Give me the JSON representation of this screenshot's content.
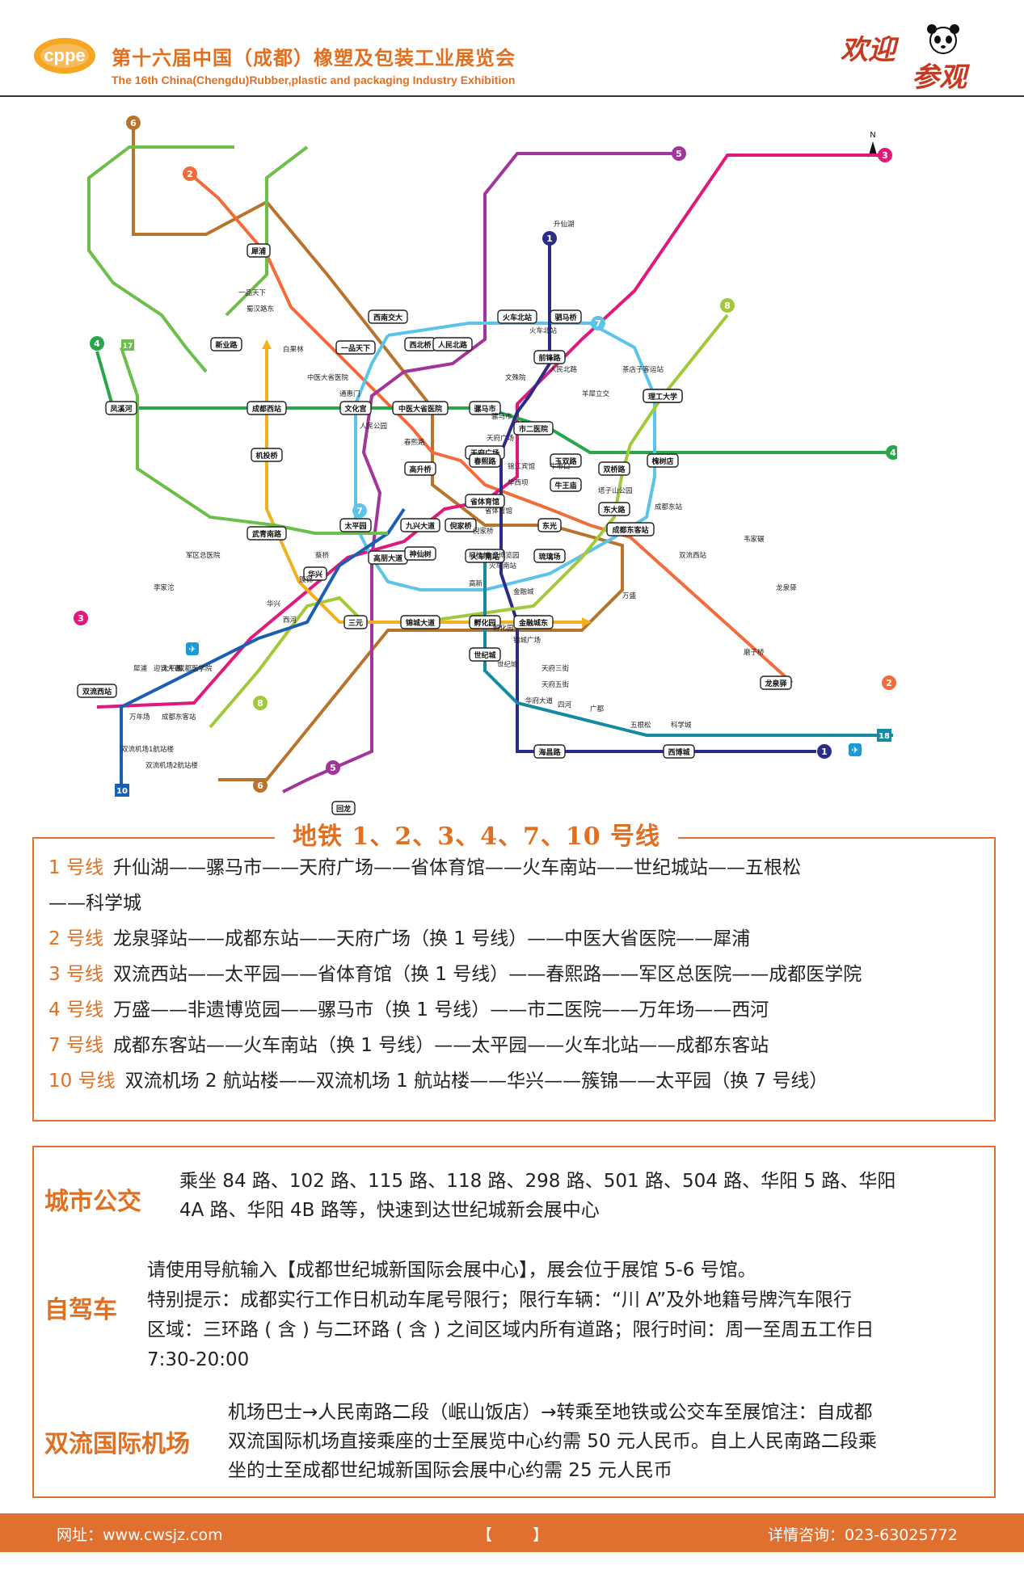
{
  "header": {
    "logo_text": "cppe",
    "title_cn": "第十六届中国（成都）橡塑及包装工业展览会",
    "title_en": "The 16th China(Chengdu)Rubber,plastic and packaging Industry Exhibition",
    "welcome_1": "欢迎",
    "welcome_2": "参观",
    "compass": "N"
  },
  "map": {
    "colors": {
      "line1": "#2a2c8c",
      "line2": "#f26b3a",
      "line3": "#e0197d",
      "line4": "#27a74a",
      "line5": "#a3349a",
      "line6": "#b8742c",
      "line7": "#5bc4e8",
      "line8": "#a1c93a",
      "line9": "#f0b020",
      "line10": "#1a5fb4",
      "line17": "#6cc04a",
      "line18": "#158aa0"
    },
    "line_badges": [
      "1",
      "2",
      "3",
      "4",
      "5",
      "6",
      "7",
      "8",
      "10",
      "17",
      "18"
    ],
    "hubs": [
      "西南交大",
      "西北桥",
      "人民北路",
      "火车北站",
      "驷马桥",
      "前锋路",
      "一品天下",
      "文化宫",
      "中医大省医院",
      "骡马市",
      "成都西站",
      "犀浦",
      "新业路",
      "凤溪河",
      "机投桥",
      "武青南路",
      "华兴",
      "双流西站",
      "太平园",
      "三元",
      "高升桥",
      "九兴大道",
      "高朋大道",
      "神仙树",
      "锦城大道",
      "火车南站",
      "孵化园",
      "金融城东",
      "世纪城",
      "海昌路",
      "西博城",
      "回龙",
      "天府广场",
      "市二医院",
      "春熙路",
      "玉双路",
      "双桥路",
      "槐树店",
      "理工大学",
      "牛王庙",
      "东大路",
      "成都东客站",
      "省体育馆",
      "倪家桥",
      "东光",
      "琉璃场",
      "龙泉驿",
      "理工大学"
    ],
    "stations_sample": [
      "升仙湖",
      "火车北站",
      "人民北路",
      "文殊院",
      "骡马市",
      "天府广场",
      "锦江宾馆",
      "华西坝",
      "省体育馆",
      "倪家桥",
      "桐梓林",
      "火车南站",
      "高新",
      "金融城",
      "孵化园",
      "锦城广场",
      "世纪城",
      "天府三街",
      "天府五街",
      "华府大道",
      "四河",
      "广都",
      "五根松",
      "科学城",
      "韦家碾",
      "龙泉驿",
      "成都东站",
      "塔子山公园",
      "牛市口",
      "春熙路",
      "人民公园",
      "通惠门",
      "中医大省医院",
      "白果林",
      "蜀汉路东",
      "一品天下",
      "羊犀立交",
      "茶店子客运站",
      "迎宾大道",
      "犀浦",
      "成都医学院",
      "军区总医院",
      "李家沱",
      "磨子桥",
      "双流西站",
      "万盛",
      "非遗博览园",
      "蔡桥",
      "西河",
      "万年场",
      "成都东客站",
      "太平园",
      "华兴",
      "簇锦",
      "双流机场1航站楼",
      "双流机场2航站楼"
    ]
  },
  "metro": {
    "title": "地铁 1、2、3、4、7、10 号线",
    "lines": [
      {
        "name": "1 号线",
        "route": "升仙湖——骡马市——天府广场——省体育馆——火车南站——世纪城站——五根松",
        "route2": "——科学城"
      },
      {
        "name": "2 号线",
        "route": "龙泉驿站——成都东站——天府广场（换 1 号线）——中医大省医院——犀浦"
      },
      {
        "name": "3 号线",
        "route": "双流西站——太平园——省体育馆（换 1 号线）——春熙路——军区总医院——成都医学院"
      },
      {
        "name": "4 号线",
        "route": "万盛——非遗博览园——骡马市（换 1 号线）——市二医院——万年场——西河"
      },
      {
        "name": "7 号线",
        "route": "成都东客站——火车南站（换 1 号线）——太平园——火车北站——成都东客站"
      },
      {
        "name": "10 号线",
        "route": "双流机场 2 航站楼——双流机场 1 航站楼——华兴——簇锦——太平园（换 7 号线）"
      }
    ]
  },
  "transport": {
    "bus": {
      "title": "城市公交",
      "line1": "乘坐 84 路、102 路、115 路、118 路、298 路、501 路、504 路、华阳 5 路、华阳",
      "line2": "4A 路、华阳 4B 路等，快速到达世纪城新会展中心"
    },
    "drive": {
      "title": "自驾车",
      "line1": "请使用导航输入【成都世纪城新国际会展中心】，展会位于展馆 5-6 号馆。",
      "line2": "特别提示：成都实行工作日机动车尾号限行；限行车辆：“川 A”及外地籍号牌汽车限行",
      "line3": "区域：三环路 ( 含 ) 与二环路 ( 含 ) 之间区域内所有道路；限行时间：周一至周五工作日",
      "line4": "7:30-20:00"
    },
    "airport": {
      "title": "双流国际机场",
      "line1": "机场巴士→人民南路二段（岷山饭店）→转乘至地铁或公交车至展馆注：自成都",
      "line2": "双流国际机场直接乘座的士至展览中心约需 50 元人民币。自上人民南路二段乘",
      "line3": "坐的士至成都世纪城新国际会展中心约需 25 元人民币"
    }
  },
  "footer": {
    "website": "网址：www.cwsjz.com",
    "brackets": "【 　　 】",
    "phone": "详情咨询：023-63025772"
  }
}
